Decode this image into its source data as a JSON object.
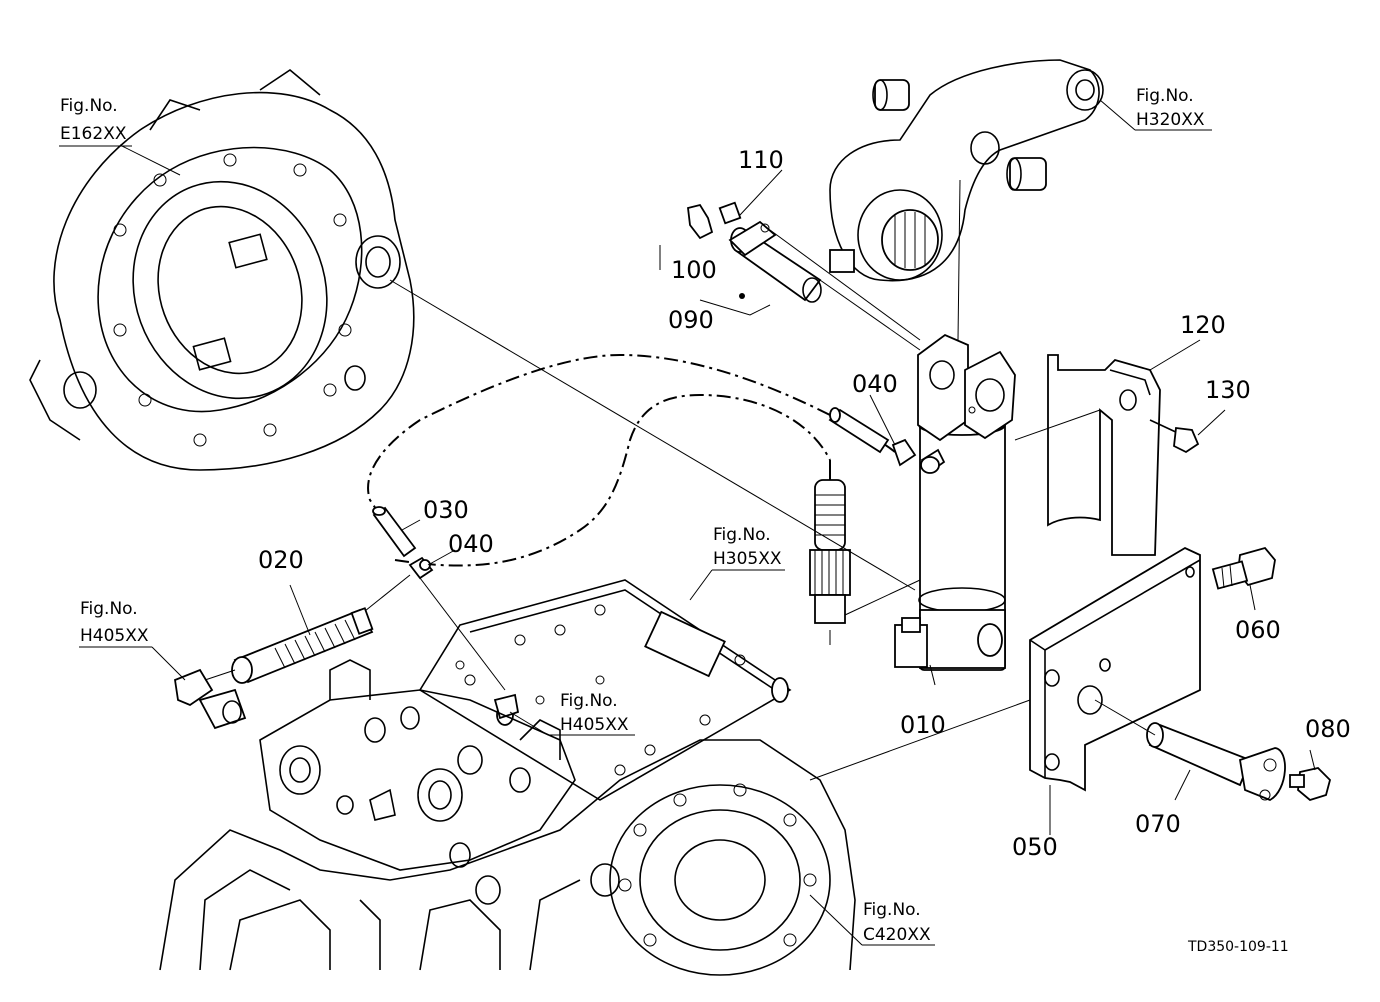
{
  "part_labels": {
    "p010": "010",
    "p020": "020",
    "p030": "030",
    "p040a": "040",
    "p040b": "040",
    "p050": "050",
    "p060": "060",
    "p070": "070",
    "p080": "080",
    "p090": "090",
    "p100": "100",
    "p110": "110",
    "p120": "120",
    "p130": "130"
  },
  "figure_refs": {
    "e162": {
      "line1": "Fig.No.",
      "line2": "E162XX"
    },
    "h320": {
      "line1": "Fig.No.",
      "line2": "H320XX"
    },
    "h305": {
      "line1": "Fig.No.",
      "line2": "H305XX"
    },
    "h405_left": {
      "line1": "Fig.No.",
      "line2": "H405XX"
    },
    "h405_center": {
      "line1": "Fig.No.",
      "line2": "H405XX"
    },
    "c420": {
      "line1": "Fig.No.",
      "line2": "C420XX"
    }
  },
  "drawing_code": "TD350-109-11"
}
